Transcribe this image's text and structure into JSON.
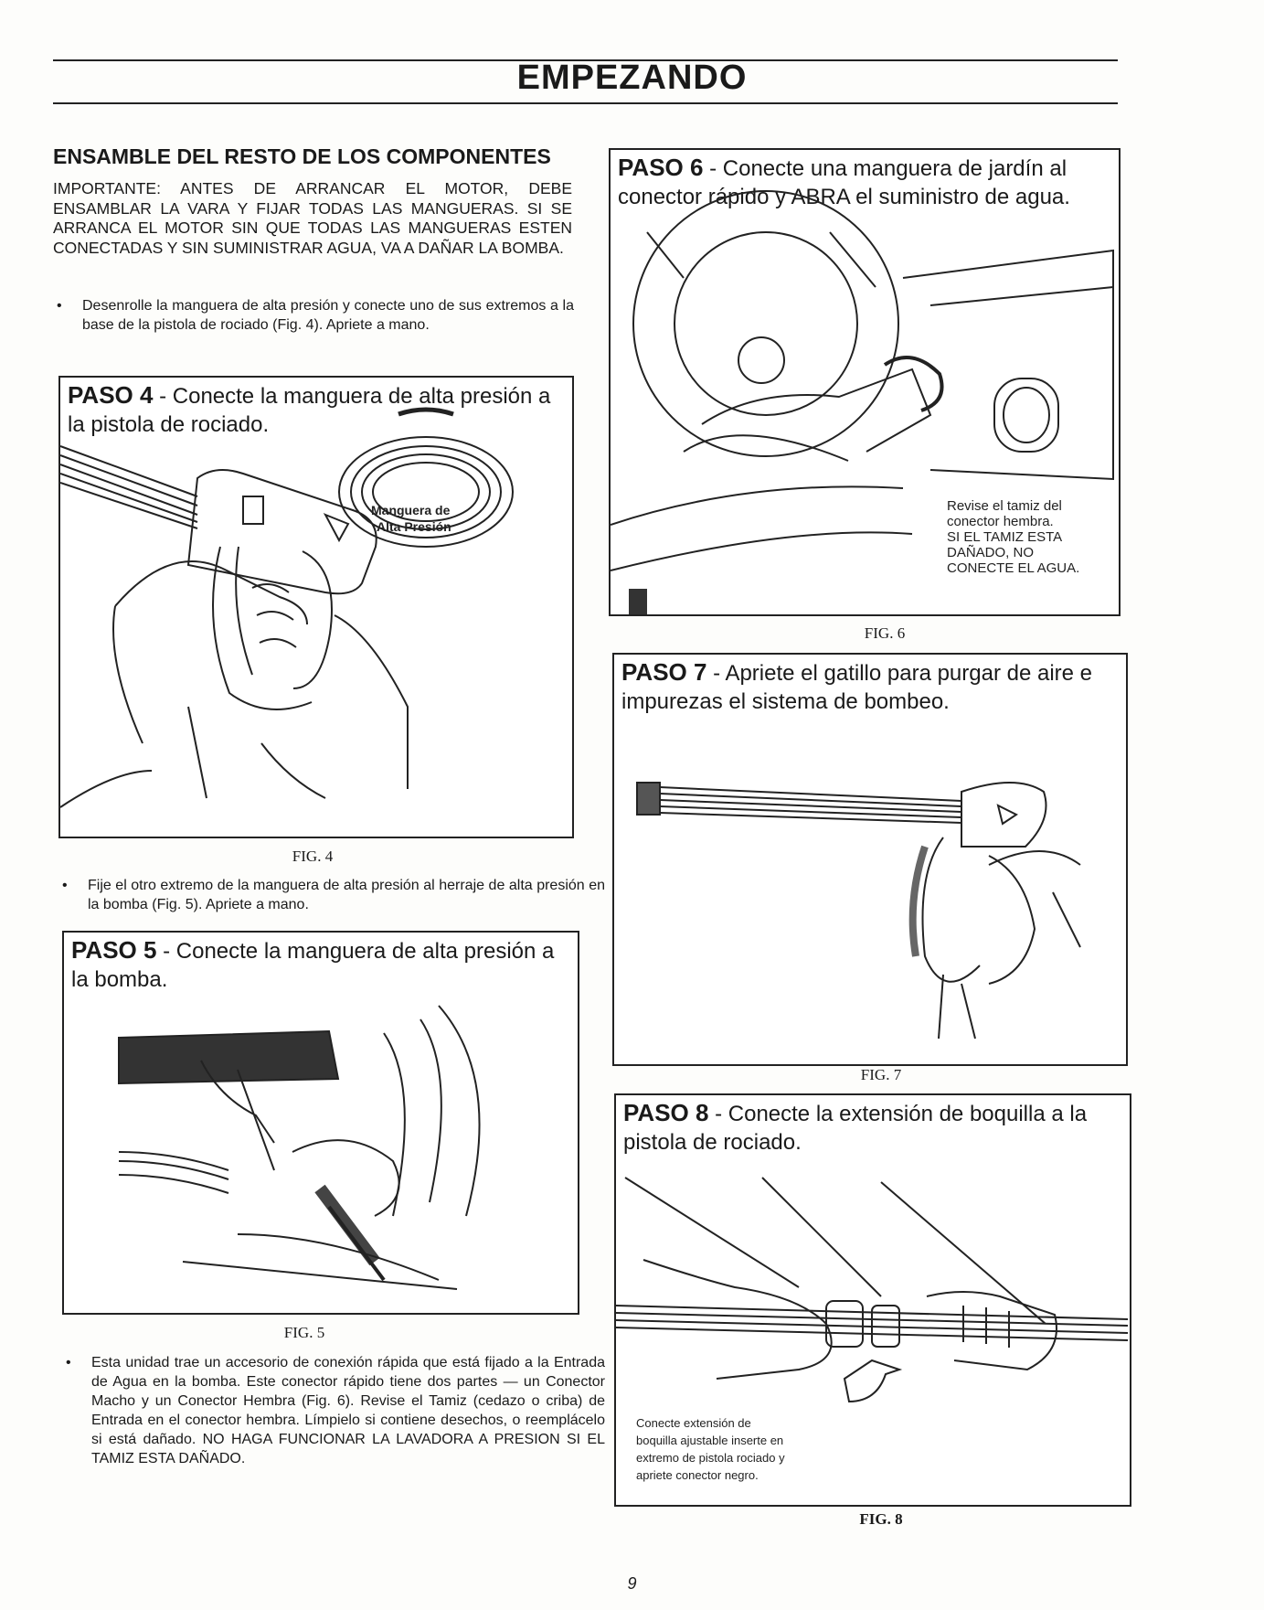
{
  "header": {
    "title": "EMPEZANDO"
  },
  "section": {
    "title": "ENSAMBLE DEL RESTO DE LOS COMPONENTES",
    "important": "IMPORTANTE: ANTES DE ARRANCAR EL MOTOR, DEBE ENSAMBLAR LA VARA Y FIJAR TODAS LAS MANGUERAS. SI SE ARRANCA EL MOTOR SIN QUE TODAS LAS MANGUERAS ESTEN CONECTADAS Y SIN SUMINISTRAR AGUA, VA A DAÑAR LA BOMBA.",
    "bullet_1": "Desenrolle la manguera de alta presión y conecte uno de sus extremos a la base de la pistola de rociado (Fig. 4). Apriete a mano.",
    "bullet_2": "Fije el otro extremo de la manguera de alta presión al herraje de alta presión en la bomba (Fig. 5). Apriete a mano.",
    "bullet_3": "Esta unidad trae un accesorio de conexión rápida que está fijado a la Entrada de Agua en la bomba. Este conector rápido tiene dos partes — un Conector Macho y un Conector Hembra (Fig. 6). Revise el Tamiz (cedazo o criba) de Entrada en el conector hembra. Límpielo si contiene desechos, o reemplácelo si está dañado. NO HAGA FUNCIONAR LA LAVADORA A PRESION SI EL TAMIZ ESTA DAÑADO.",
    "bullet_symbol": "•"
  },
  "steps": {
    "step4": {
      "label": "PASO 4",
      "text": " - Conecte la manguera de alta presión a la pistola de rociado.",
      "callout_line1": "Manguera de",
      "callout_line2": "Alta Presión",
      "fig": "FIG. 4"
    },
    "step5": {
      "label": "PASO 5",
      "text": " - Conecte la manguera de alta presión a la bomba.",
      "fig": "FIG. 5"
    },
    "step6": {
      "label": "PASO 6",
      "text": " - Conecte una manguera de jardín al conector rápido y ABRA el suministro de agua.",
      "note_line1": "Revise el tamiz del",
      "note_line2": "conector hembra.",
      "note_line3": "SI EL TAMIZ ESTA",
      "note_line4": "DAÑADO, NO",
      "note_line5": "CONECTE EL AGUA.",
      "fig": "FIG. 6"
    },
    "step7": {
      "label": "PASO 7",
      "text": " - Apriete el gatillo para purgar de aire e impurezas el sistema de bombeo.",
      "fig": "FIG. 7"
    },
    "step8": {
      "label": "PASO 8",
      "text": " - Conecte la extensión de boquilla a la pistola de rociado.",
      "note_line1": "Conecte extensión de",
      "note_line2": "boquilla ajustable inserte en",
      "note_line3": "extremo de pistola rociado y",
      "note_line4": "apriete conector negro.",
      "fig": "FIG. 8"
    }
  },
  "footer": {
    "page_number": "9"
  }
}
